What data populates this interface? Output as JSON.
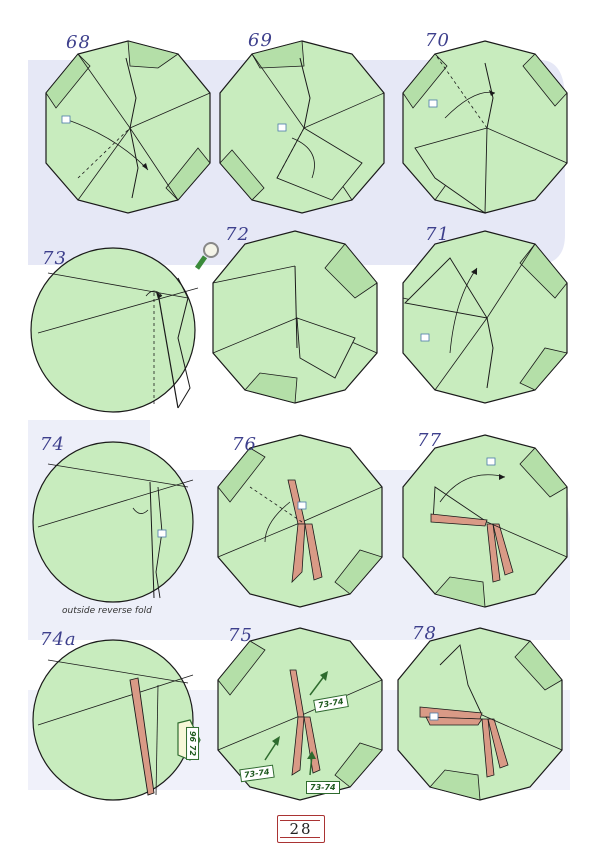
{
  "steps": {
    "s68": "68",
    "s69": "69",
    "s70": "70",
    "s73": "73",
    "s72": "72",
    "s71": "71",
    "s74": "74",
    "s76": "76",
    "s77": "77",
    "s74a": "74a",
    "s75": "75",
    "s78": "78"
  },
  "caption_74": "outside reverse fold",
  "tags": {
    "ref_72": "96 72",
    "ref_75a": "73-74",
    "ref_75b": "73-74",
    "ref_75c": "73-74"
  },
  "page_number": "28",
  "colors": {
    "paper": "#c8ecbe",
    "paper_shade": "#b4dfa8",
    "inner_color": "#d99a86",
    "background_letter": "#e6e8f6",
    "number_color": "#3d3f8c"
  },
  "icons": [
    "magnifier-icon",
    "fold-arrow-icon",
    "pointer-hand-icon"
  ]
}
